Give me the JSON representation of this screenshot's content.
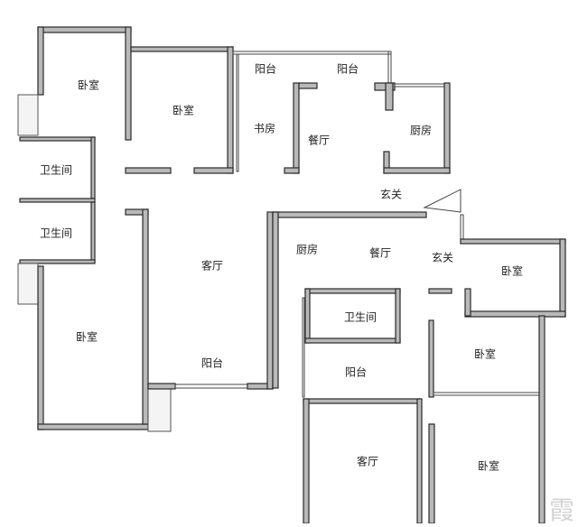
{
  "rooms": [
    {
      "name": "卧室"
    },
    {
      "name": "卧室"
    },
    {
      "name": "阳台"
    },
    {
      "name": "阳台"
    },
    {
      "name": "书房"
    },
    {
      "name": "餐厅"
    },
    {
      "name": "厨房"
    },
    {
      "name": "玄关"
    },
    {
      "name": "卫生间"
    },
    {
      "name": "卫生间"
    },
    {
      "name": "客厅"
    },
    {
      "name": "阳台"
    },
    {
      "name": "卧室"
    },
    {
      "name": "厨房"
    },
    {
      "name": "餐厅"
    },
    {
      "name": "玄关"
    },
    {
      "name": "卧室"
    },
    {
      "name": "卫生间"
    },
    {
      "name": "阳台"
    },
    {
      "name": "卧室"
    },
    {
      "name": "客厅"
    },
    {
      "name": "卧室"
    }
  ],
  "watermark": "霞",
  "colors": {
    "wall_fill": "#b9b9b9",
    "wall_outline": "#2a2a2a"
  }
}
